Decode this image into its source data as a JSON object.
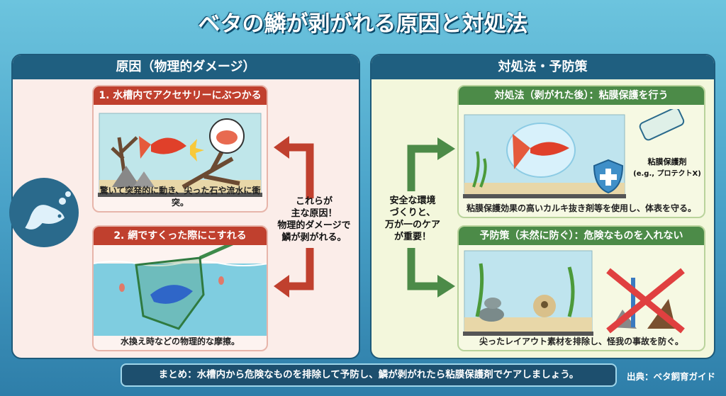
{
  "title": "ベタの鱗が剥がれる原因と対処法",
  "left_panel": {
    "header": "原因（物理的ダメージ）",
    "cards": [
      {
        "title": "1. 水槽内でアクセサリーにぶつかる",
        "caption": "驚いて突発的に動き、尖った石や流水に衝突。"
      },
      {
        "title": "2. 網ですくった際にこすれる",
        "caption": "水換え時などの物理的な摩擦。"
      }
    ],
    "note": [
      "これらが",
      "主な原因！",
      "物理的ダメージで",
      "鱗が剥がれる。"
    ]
  },
  "right_panel": {
    "header": "対処法・予防策",
    "cards": [
      {
        "title": "対処法（剥がれた後）：粘膜保護を行う",
        "caption": "粘膜保護効果の高いカルキ抜き剤等を使用し、体表を守る。",
        "product_label": "粘膜保護剤",
        "product_example": "(e.g., プロテクトX)"
      },
      {
        "title": "予防策（未然に防ぐ）：危険なものを入れない",
        "caption": "尖ったレイアウト素材を排除し、怪我の事故を防ぐ。"
      }
    ],
    "note": [
      "安全な環境",
      "づくりと、",
      "万が一のケア",
      "が重要！"
    ]
  },
  "summary": "まとめ：水槽内から危険なものを排除して予防し、鱗が剥がれたら粘膜保護剤でケアしましょう。",
  "source": "出典：ベタ飼育ガイド",
  "colors": {
    "cause_red": "#c0402e",
    "care_green": "#4c8b48",
    "header_teal": "#1f5f80"
  }
}
